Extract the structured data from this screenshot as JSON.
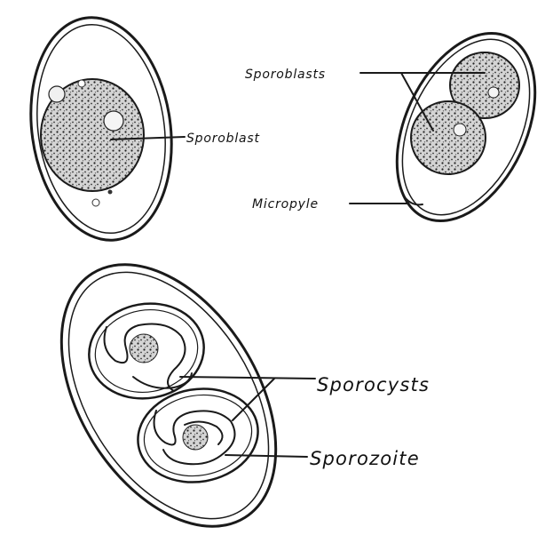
{
  "labels": {
    "sporoblast": "Sporoblast",
    "sporoblasts": "Sporoblasts",
    "micropyle": "Micropyle",
    "sporocysts": "Sporocysts",
    "sporozoite": "Sporozoite"
  },
  "colors": {
    "ink": "#1a1a1a",
    "stipple": "#2a2a2a",
    "paper": "#ffffff",
    "cell_fill": "#cfcfcf"
  }
}
